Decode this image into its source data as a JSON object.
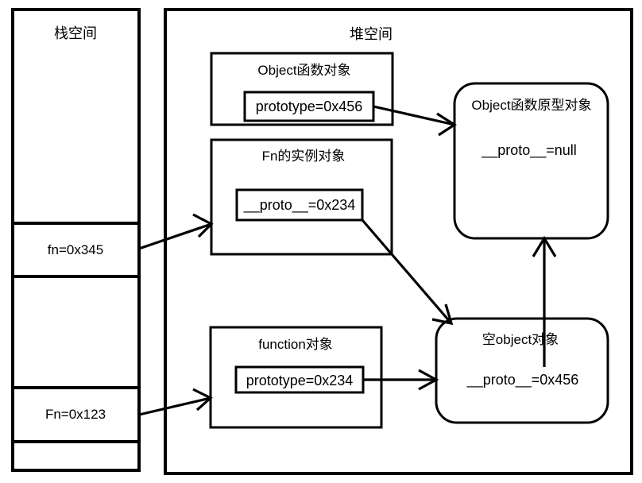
{
  "diagram": {
    "title_stack": "栈空间",
    "title_heap": "堆空间",
    "stack": {
      "cells": [
        {
          "label": "fn=0x345"
        },
        {
          "label": ""
        },
        {
          "label": "Fn=0x123"
        },
        {
          "label": ""
        }
      ]
    },
    "heap": {
      "nodes": [
        {
          "id": "object-function",
          "title": "Object函数对象",
          "field": "prototype=0x456",
          "shape": "rect"
        },
        {
          "id": "fn-instance",
          "title": "Fn的实例对象",
          "field": "__proto__=0x234",
          "shape": "rect"
        },
        {
          "id": "function-object",
          "title": "function对象",
          "field": "prototype=0x234",
          "shape": "rect"
        },
        {
          "id": "object-prototype",
          "title": "Object函数原型对象",
          "field": "__proto__=null",
          "shape": "rounded"
        },
        {
          "id": "empty-object",
          "title": "空object对象",
          "field": "__proto__=0x456",
          "shape": "rounded"
        }
      ]
    },
    "colors": {
      "stroke": "#000000",
      "fill": "#ffffff",
      "text": "#000000"
    }
  }
}
